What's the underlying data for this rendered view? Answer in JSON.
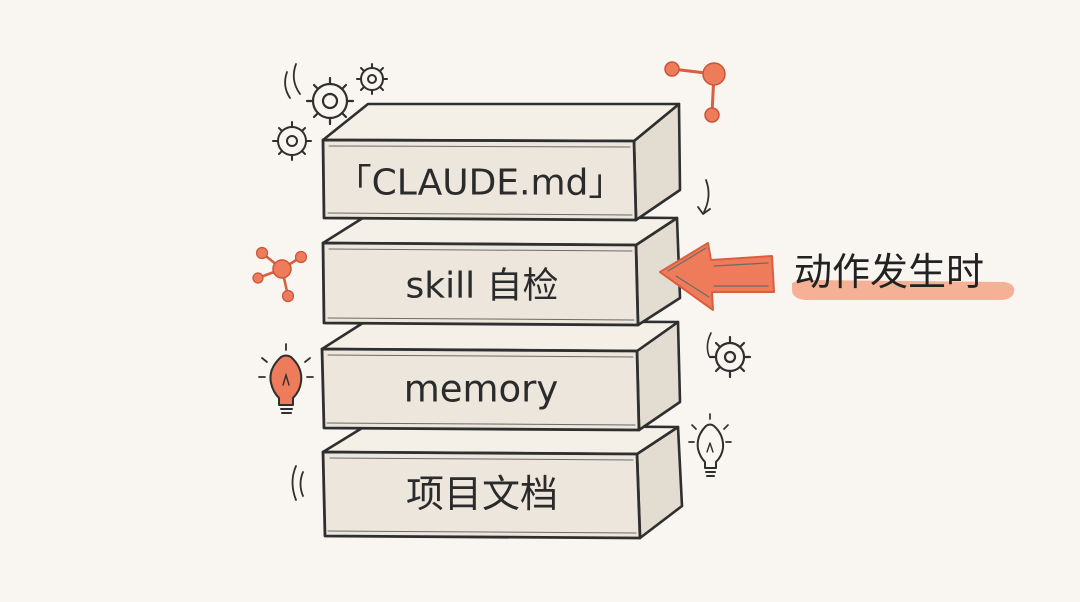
{
  "diagram": {
    "layers": [
      {
        "id": "claude-md",
        "label": "「CLAUDE.md」"
      },
      {
        "id": "skill-check",
        "label": "skill 自检"
      },
      {
        "id": "memory",
        "label": "memory"
      },
      {
        "id": "project-docs",
        "label": "项目文档"
      }
    ],
    "callout": {
      "label": "动作发生时",
      "target_layer": "skill-check"
    },
    "colors": {
      "background": "#f9f6f1",
      "block_front": "#ece6dc",
      "block_top": "#f4efe7",
      "block_side": "#e3dcd0",
      "accent": "#ee7b5a",
      "highlight": "#f4a585",
      "ink": "#2f2f2f"
    },
    "decorations": [
      "gear-cluster-icon",
      "molecule-icon",
      "network-icon",
      "lightbulb-icon",
      "gear-icon",
      "lightbulb-outline-icon",
      "motion-lines-icon"
    ]
  }
}
